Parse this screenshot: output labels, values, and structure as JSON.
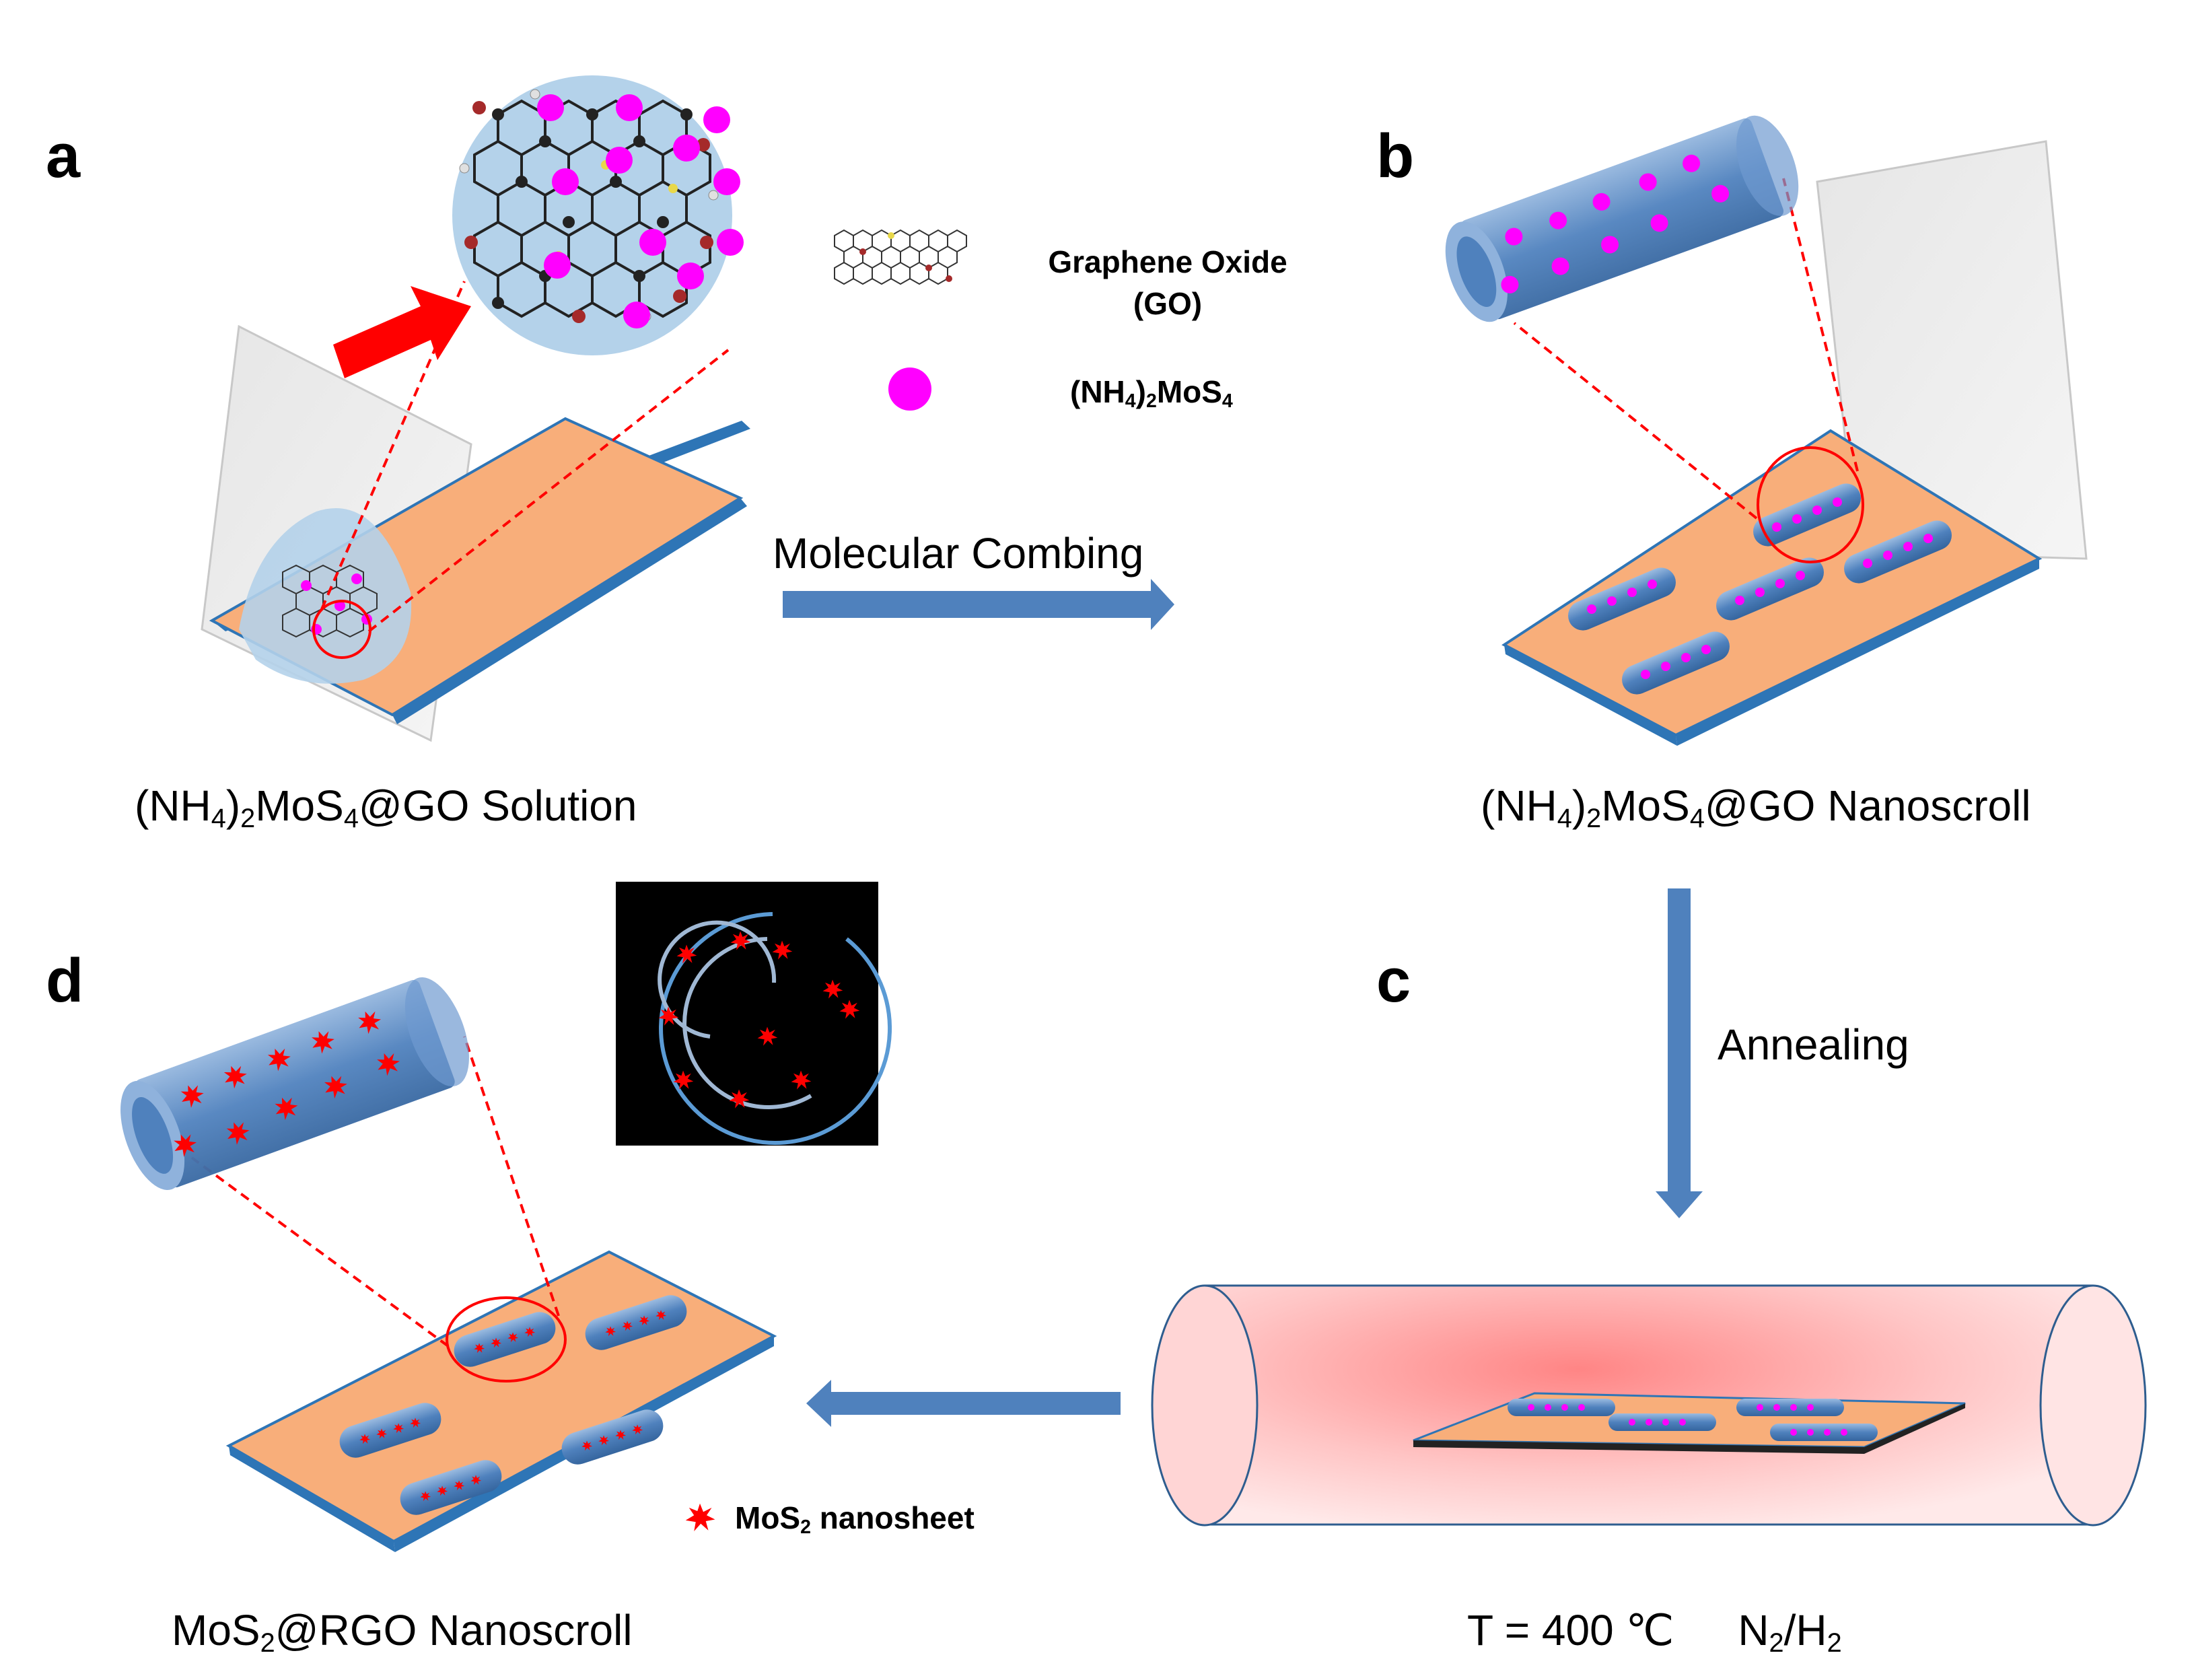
{
  "panels": {
    "a": "a",
    "b": "b",
    "c": "c",
    "d": "d"
  },
  "legend": {
    "go_line1": "Graphene Oxide",
    "go_line2": "(GO)",
    "precursor_pre": "(NH",
    "precursor_s1": "4",
    "precursor_mid": ")",
    "precursor_s2": "2",
    "precursor_mos": "MoS",
    "precursor_s3": "4",
    "nanosheet_pre": "MoS",
    "nanosheet_s": "2",
    "nanosheet_post": " nanosheet"
  },
  "steps": {
    "combing": "Molecular  Combing",
    "annealing": "Annealing"
  },
  "captions": {
    "a_pre": "(NH",
    "a_s1": "4",
    "a_mid": ")",
    "a_s2": "2",
    "a_mos": "MoS",
    "a_s3": "4",
    "a_post": "@GO  Solution",
    "b_pre": "(NH",
    "b_s1": "4",
    "b_mid": ")",
    "b_s2": "2",
    "b_mos": "MoS",
    "b_s3": "4",
    "b_post": "@GO  Nanoscroll",
    "c_t": "T = 400 ℃",
    "c_n": "N",
    "c_s1": "2",
    "c_sl": "/H",
    "c_s2": "2",
    "d_pre": "MoS",
    "d_s": "2",
    "d_post": "@RGO  Nanoscroll"
  },
  "colors": {
    "substrate": "#f8ae7a",
    "substrate_edge": "#2e75b6",
    "scroll": "#4f81bd",
    "precursor_dot": "#ff00ff",
    "mos2": "#ff0000",
    "arrow": "#4f81bd",
    "zoom_line": "#ff0000",
    "go_circle": "#b4d2ea",
    "furnace": "#ff8080"
  }
}
